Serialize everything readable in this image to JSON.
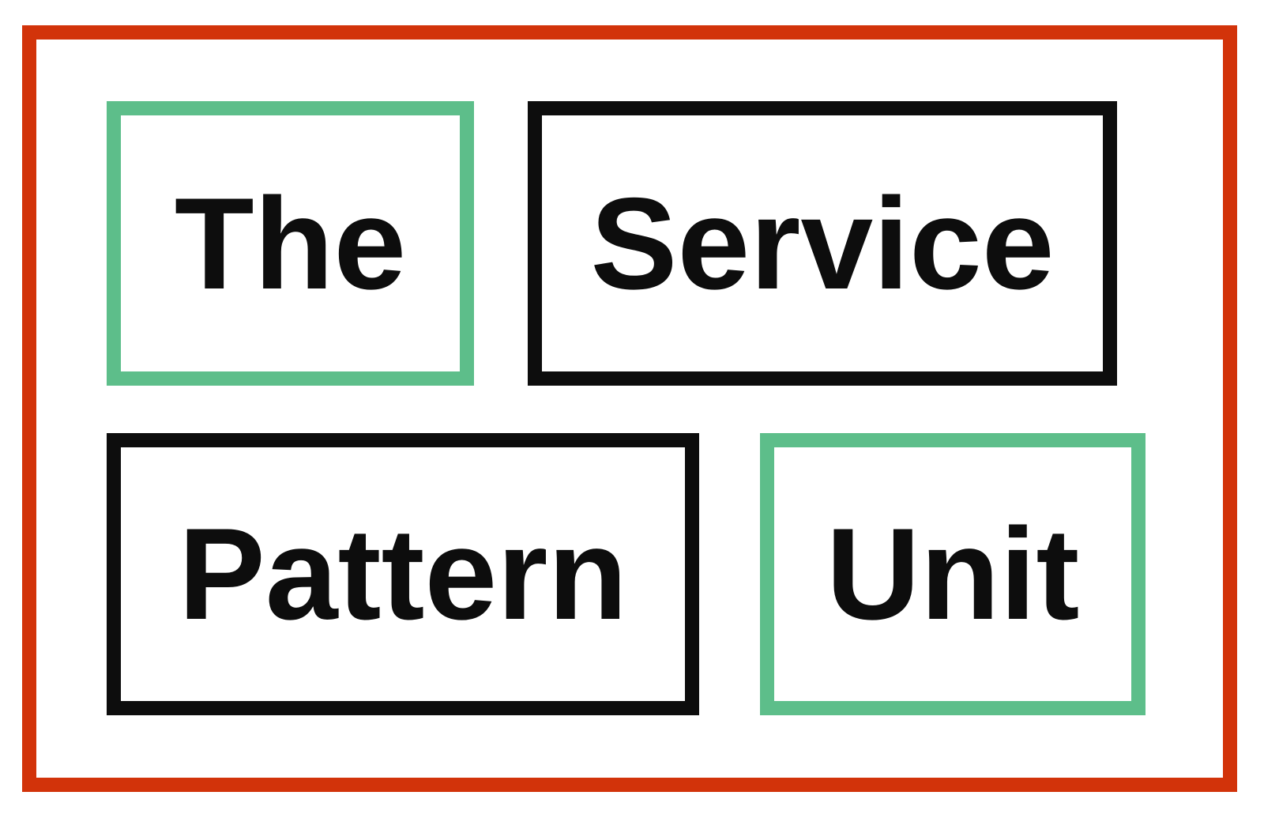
{
  "page": {
    "background": "#ffffff",
    "frame_color": "#d2330a"
  },
  "logo": {
    "title": "The Service Pattern Unit",
    "text_color": "#0d0d0d",
    "accent_green": "#5dbe8a",
    "accent_black": "#0d0d0d",
    "words": [
      {
        "label": "The",
        "border_color": "#5dbe8a"
      },
      {
        "label": "Service",
        "border_color": "#0d0d0d"
      },
      {
        "label": "Pattern",
        "border_color": "#0d0d0d"
      },
      {
        "label": "Unit",
        "border_color": "#5dbe8a"
      }
    ]
  }
}
